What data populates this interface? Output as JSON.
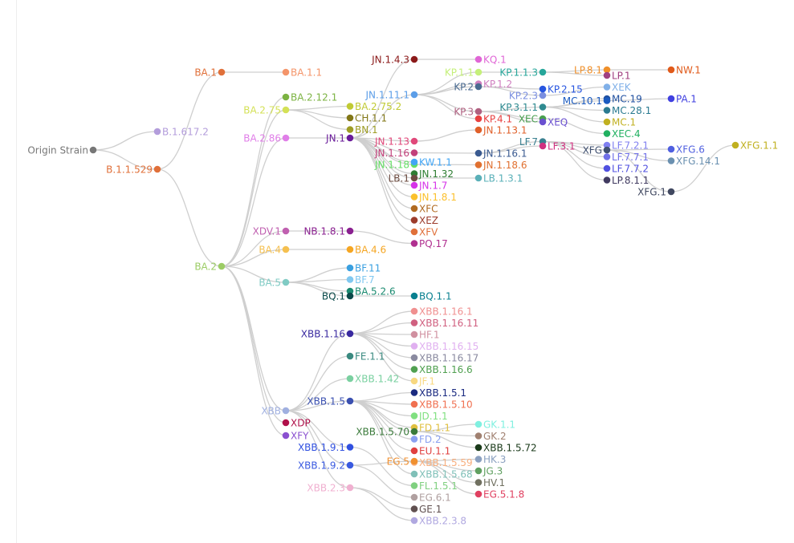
{
  "title": "Variant lineage tree",
  "edge_color": "#cfcfcf",
  "nodes": [
    {
      "label": "Origin Strain",
      "color": "#777777",
      "parent": null,
      "side": "left"
    },
    {
      "label": "B.1.617.2",
      "color": "#b39ddb",
      "parent": "Origin Strain",
      "side": "right"
    },
    {
      "label": "B.1.1.529",
      "color": "#e0703a",
      "parent": "Origin Strain",
      "side": "left"
    },
    {
      "label": "BA.1",
      "color": "#e0703a",
      "parent": "B.1.1.529",
      "side": "left"
    },
    {
      "label": "BA.1.1",
      "color": "#f4956a",
      "parent": "BA.1",
      "side": "right"
    },
    {
      "label": "BA.2",
      "color": "#9ccc65",
      "parent": "B.1.1.529",
      "side": "left"
    },
    {
      "label": "BA.2.12.1",
      "color": "#7cb342",
      "parent": "BA.2",
      "side": "right"
    },
    {
      "label": "BA.2.75",
      "color": "#d4e157",
      "parent": "BA.2",
      "side": "left"
    },
    {
      "label": "BA.2.75.2",
      "color": "#c0ca33",
      "parent": "BA.2.75",
      "side": "right"
    },
    {
      "label": "CH.1.1",
      "color": "#827717",
      "parent": "BA.2.75",
      "side": "right"
    },
    {
      "label": "BN.1",
      "color": "#9e9d24",
      "parent": "BA.2.75",
      "side": "right"
    },
    {
      "label": "BA.2.86",
      "color": "#e07ee8",
      "parent": "BA.2",
      "side": "left"
    },
    {
      "label": "JN.1",
      "color": "#6a1b9a",
      "parent": "BA.2.86",
      "side": "left"
    },
    {
      "label": "JN.1.4.3",
      "color": "#8b1a1a",
      "parent": "JN.1",
      "side": "left"
    },
    {
      "label": "KQ.1",
      "color": "#e066d6",
      "parent": "JN.1.4.3",
      "side": "right"
    },
    {
      "label": "JN.1.11.1",
      "color": "#5c9ee8",
      "parent": "JN.1",
      "side": "left"
    },
    {
      "label": "KP.1.1",
      "color": "#c5f07a",
      "parent": "JN.1.11.1",
      "side": "left"
    },
    {
      "label": "KP.1.2",
      "color": "#d080c0",
      "parent": "JN.1.11.1",
      "side": "right"
    },
    {
      "label": "KP.2",
      "color": "#4a6a90",
      "parent": "JN.1.11.1",
      "side": "left"
    },
    {
      "label": "KP.3",
      "color": "#b06080",
      "parent": "JN.1.11.1",
      "side": "left"
    },
    {
      "label": "KP.4.1",
      "color": "#e84040",
      "parent": "JN.1.11.1",
      "side": "right"
    },
    {
      "label": "KP.1.1.3",
      "color": "#26a69a",
      "parent": "KP.1.1",
      "side": "left"
    },
    {
      "label": "LP.8.1",
      "color": "#f0902a",
      "parent": "KP.1.1.3",
      "side": "left"
    },
    {
      "label": "LP.1",
      "color": "#a04080",
      "parent": "KP.1.1.3",
      "side": "right"
    },
    {
      "label": "NW.1",
      "color": "#e05a1a",
      "parent": "LP.8.1",
      "side": "right"
    },
    {
      "label": "KP.2.3",
      "color": "#7a8ee0",
      "parent": "KP.2",
      "side": "left"
    },
    {
      "label": "KP.2.15",
      "color": "#2856e0",
      "parent": "KP.2",
      "side": "right"
    },
    {
      "label": "XEK",
      "color": "#80b0e8",
      "parent": "KP.2.3",
      "side": "right"
    },
    {
      "label": "KP.3.1.1",
      "color": "#2e8a90",
      "parent": "KP.3",
      "side": "left"
    },
    {
      "label": "XEC",
      "color": "#4aa050",
      "parent": "KP.3",
      "side": "left"
    },
    {
      "label": "XEQ",
      "color": "#6a50d0",
      "parent": "KP.3",
      "side": "right"
    },
    {
      "label": "MC.19",
      "color": "#2050a0",
      "parent": "KP.3.1.1",
      "side": "right"
    },
    {
      "label": "MC.10.1",
      "color": "#1a5ac0",
      "parent": "KP.3.1.1",
      "side": "left"
    },
    {
      "label": "MC.28.1",
      "color": "#2a7a90",
      "parent": "KP.3.1.1",
      "side": "right"
    },
    {
      "label": "MC.1",
      "color": "#c0b020",
      "parent": "KP.3.1.1",
      "side": "right"
    },
    {
      "label": "PA.1",
      "color": "#4040e0",
      "parent": "MC.10.1",
      "side": "right"
    },
    {
      "label": "XEC.4",
      "color": "#20b060",
      "parent": "XEC",
      "side": "right"
    },
    {
      "label": "JN.1.13",
      "color": "#e0487a",
      "parent": "JN.1",
      "side": "left"
    },
    {
      "label": "JN.1.13.1",
      "color": "#e0602a",
      "parent": "JN.1.13",
      "side": "right"
    },
    {
      "label": "JN.1.16",
      "color": "#c2407a",
      "parent": "JN.1",
      "side": "left"
    },
    {
      "label": "JN.1.16.1",
      "color": "#3a5a90",
      "parent": "JN.1.16",
      "side": "right"
    },
    {
      "label": "LF.7",
      "color": "#3a8090",
      "parent": "JN.1.16.1",
      "side": "left"
    },
    {
      "label": "LF.3.1",
      "color": "#d03080",
      "parent": "JN.1.16.1",
      "side": "right"
    },
    {
      "label": "LF.7.2.1",
      "color": "#8080f0",
      "parent": "LF.7",
      "side": "right"
    },
    {
      "label": "LF.7.7.1",
      "color": "#7070e8",
      "parent": "LF.7",
      "side": "right"
    },
    {
      "label": "LF.7.7.2",
      "color": "#5050e0",
      "parent": "LF.7",
      "side": "right"
    },
    {
      "label": "LP.8.1.1",
      "color": "#403a60",
      "parent": "LF.7",
      "side": "right"
    },
    {
      "label": "XFG",
      "color": "#405070",
      "parent": "LF.7",
      "side": "left"
    },
    {
      "label": "XFG.1",
      "color": "#404860",
      "parent": "XFG",
      "side": "left"
    },
    {
      "label": "XFG.6",
      "color": "#5060e0",
      "parent": "XFG",
      "side": "right"
    },
    {
      "label": "XFG.14.1",
      "color": "#6a90b0",
      "parent": "XFG",
      "side": "right"
    },
    {
      "label": "XFG.1.1",
      "color": "#c0b020",
      "parent": "XFG.1",
      "side": "right"
    },
    {
      "label": "JN.1.18",
      "color": "#66e066",
      "parent": "JN.1",
      "side": "left"
    },
    {
      "label": "JN.1.18.6",
      "color": "#e07030",
      "parent": "JN.1.18",
      "side": "right"
    },
    {
      "label": "KW.1.1",
      "color": "#42a5f5",
      "parent": "JN.1",
      "side": "right"
    },
    {
      "label": "JN.1.32",
      "color": "#2e7d32",
      "parent": "JN.1",
      "side": "right"
    },
    {
      "label": "LB.1",
      "color": "#6d4c41",
      "parent": "JN.1",
      "side": "left"
    },
    {
      "label": "LB.1.3.1",
      "color": "#5ab0b8",
      "parent": "LB.1",
      "side": "right"
    },
    {
      "label": "JN.1.7",
      "color": "#d633e8",
      "parent": "JN.1",
      "side": "right"
    },
    {
      "label": "JN.1.8.1",
      "color": "#fbc02d",
      "parent": "JN.1",
      "side": "right"
    },
    {
      "label": "XFC",
      "color": "#b06a20",
      "parent": "JN.1",
      "side": "right"
    },
    {
      "label": "XEZ",
      "color": "#9c3c2c",
      "parent": "JN.1",
      "side": "right"
    },
    {
      "label": "XFV",
      "color": "#e0703a",
      "parent": "JN.1",
      "side": "right"
    },
    {
      "label": "XDV.1",
      "color": "#c060b0",
      "parent": "BA.2",
      "side": "left"
    },
    {
      "label": "NB.1.8.1",
      "color": "#8a2090",
      "parent": "XDV.1",
      "side": "left"
    },
    {
      "label": "PQ.17",
      "color": "#b03090",
      "parent": "NB.1.8.1",
      "side": "right"
    },
    {
      "label": "BA.4",
      "color": "#f5c050",
      "parent": "BA.2",
      "side": "left"
    },
    {
      "label": "BA.4.6",
      "color": "#f5a623",
      "parent": "BA.4",
      "side": "right"
    },
    {
      "label": "BA.5",
      "color": "#80cbc4",
      "parent": "BA.2",
      "side": "left"
    },
    {
      "label": "BF.11",
      "color": "#3aa0e0",
      "parent": "BA.5",
      "side": "right"
    },
    {
      "label": "BF.7",
      "color": "#80c8f0",
      "parent": "BA.5",
      "side": "right"
    },
    {
      "label": "BA.5.2.6",
      "color": "#1a8a70",
      "parent": "BA.5",
      "side": "right"
    },
    {
      "label": "BQ.1",
      "color": "#0a4a4a",
      "parent": "BA.5",
      "side": "left"
    },
    {
      "label": "BQ.1.1",
      "color": "#0a8090",
      "parent": "BQ.1",
      "side": "right"
    },
    {
      "label": "XBB",
      "color": "#a0b0e0",
      "parent": "BA.2",
      "side": "left"
    },
    {
      "label": "XDP",
      "color": "#b0104a",
      "parent": "BA.2",
      "side": "right"
    },
    {
      "label": "XFY",
      "color": "#8a50d0",
      "parent": "BA.2",
      "side": "right"
    },
    {
      "label": "XBB.1.16",
      "color": "#3a2aa0",
      "parent": "XBB",
      "side": "left"
    },
    {
      "label": "XBB.1.16.1",
      "color": "#f09090",
      "parent": "XBB.1.16",
      "side": "right"
    },
    {
      "label": "XBB.1.16.11",
      "color": "#d06080",
      "parent": "XBB.1.16",
      "side": "right"
    },
    {
      "label": "HF.1",
      "color": "#d090a0",
      "parent": "XBB.1.16",
      "side": "right"
    },
    {
      "label": "XBB.1.16.15",
      "color": "#e0b0f0",
      "parent": "XBB.1.16",
      "side": "right"
    },
    {
      "label": "XBB.1.16.17",
      "color": "#8a8aa0",
      "parent": "XBB.1.16",
      "side": "right"
    },
    {
      "label": "XBB.1.16.6",
      "color": "#50a050",
      "parent": "XBB.1.16",
      "side": "right"
    },
    {
      "label": "JF.1",
      "color": "#f8d880",
      "parent": "XBB.1.16",
      "side": "right"
    },
    {
      "label": "FE.1.1",
      "color": "#3a8a80",
      "parent": "XBB",
      "side": "right"
    },
    {
      "label": "XBB.1.42",
      "color": "#7ad0a0",
      "parent": "XBB",
      "side": "right"
    },
    {
      "label": "XBB.1.5",
      "color": "#3a50b0",
      "parent": "XBB",
      "side": "left"
    },
    {
      "label": "XBB.1.5.1",
      "color": "#1a2a80",
      "parent": "XBB.1.5",
      "side": "right"
    },
    {
      "label": "XBB.1.5.10",
      "color": "#f07050",
      "parent": "XBB.1.5",
      "side": "right"
    },
    {
      "label": "JD.1.1",
      "color": "#80e080",
      "parent": "XBB.1.5",
      "side": "right"
    },
    {
      "label": "FD.1.1",
      "color": "#e0c040",
      "parent": "XBB.1.5",
      "side": "right"
    },
    {
      "label": "FD.2",
      "color": "#8aa0f0",
      "parent": "XBB.1.5",
      "side": "right"
    },
    {
      "label": "EU.1.1",
      "color": "#e04040",
      "parent": "XBB.1.5",
      "side": "right"
    },
    {
      "label": "XBB.1.5.59",
      "color": "#f8b080",
      "parent": "XBB.1.5",
      "side": "right"
    },
    {
      "label": "XBB.1.5.68",
      "color": "#80c0b8",
      "parent": "XBB.1.5",
      "side": "right"
    },
    {
      "label": "XBB.1.5.70",
      "color": "#3a7a3a",
      "parent": "XBB.1.5",
      "side": "left"
    },
    {
      "label": "GK.1.1",
      "color": "#80f0e0",
      "parent": "XBB.1.5.70",
      "side": "right"
    },
    {
      "label": "GK.2",
      "color": "#a08070",
      "parent": "XBB.1.5.70",
      "side": "right"
    },
    {
      "label": "XBB.1.5.72",
      "color": "#1a3a1a",
      "parent": "XBB.1.5.70",
      "side": "right"
    },
    {
      "label": "XBB.1.9.1",
      "color": "#3050e0",
      "parent": "XBB",
      "side": "left"
    },
    {
      "label": "FL.1.5.1",
      "color": "#80d080",
      "parent": "XBB.1.9.1",
      "side": "right"
    },
    {
      "label": "XBB.1.9.2",
      "color": "#3a5ae0",
      "parent": "XBB",
      "side": "left"
    },
    {
      "label": "EG.5",
      "color": "#f09030",
      "parent": "XBB.1.9.2",
      "side": "left"
    },
    {
      "label": "EG.6.1",
      "color": "#b0a0a0",
      "parent": "XBB.1.9.2",
      "side": "right"
    },
    {
      "label": "HK.3",
      "color": "#8aa0c0",
      "parent": "EG.5",
      "side": "right"
    },
    {
      "label": "JG.3",
      "color": "#60a060",
      "parent": "EG.5",
      "side": "right"
    },
    {
      "label": "HV.1",
      "color": "#707060",
      "parent": "EG.5",
      "side": "right"
    },
    {
      "label": "EG.5.1.8",
      "color": "#e04060",
      "parent": "EG.5",
      "side": "right"
    },
    {
      "label": "XBB.2.3",
      "color": "#f0b0d0",
      "parent": "XBB",
      "side": "left"
    },
    {
      "label": "GE.1",
      "color": "#605050",
      "parent": "XBB.2.3",
      "side": "right"
    },
    {
      "label": "XBB.2.3.8",
      "color": "#b0a8e0",
      "parent": "XBB.2.3",
      "side": "right"
    }
  ]
}
